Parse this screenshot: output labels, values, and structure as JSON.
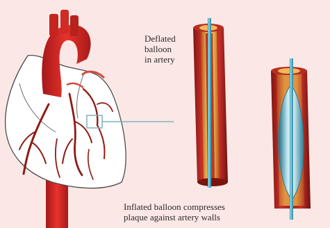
{
  "labels": {
    "deflated": [
      "Deflated",
      "balloon",
      "in artery"
    ],
    "inflated": [
      "Inflated balloon compresses",
      "plaque against artery walls"
    ]
  },
  "colors": {
    "background": "#fbe8e6",
    "heart_red": "#d22a25",
    "artery_dark": "#8e1a14",
    "plaque": "#e5a23c",
    "balloon": "#3d9bb5",
    "connector": "#7fb0be"
  }
}
